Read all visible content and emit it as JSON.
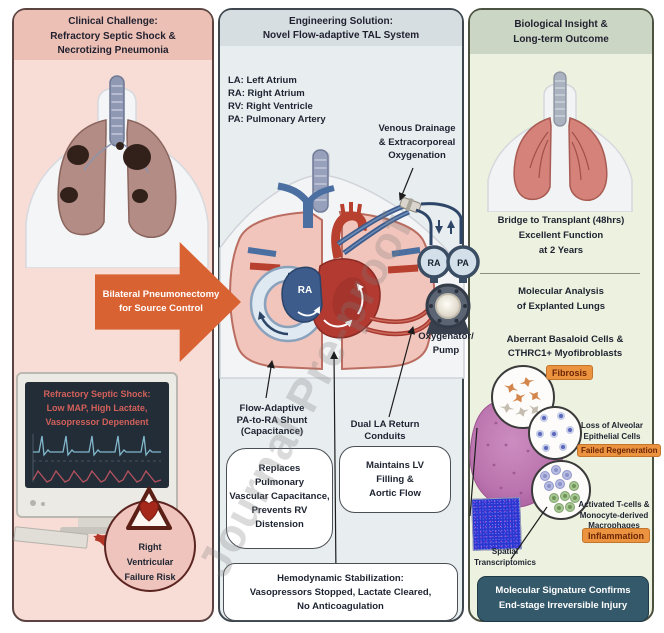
{
  "watermark": "Journal Pre-proof",
  "colors": {
    "left_bg": "#f8dcd6",
    "left_header": "#ecc0b5",
    "mid_bg": "#e8edf0",
    "mid_header": "#d6dee2",
    "right_bg": "#edf1df",
    "right_header": "#cbd7c4",
    "accent_orange": "#d96233",
    "badge_orange": "#ec9340",
    "teal_box": "#34596b",
    "monitor_alert_red": "#d2605a",
    "wave_teal": "#82b7cb",
    "wave_red": "#b4525e"
  },
  "left": {
    "title": "Clinical Challenge:\nRefractory Septic Shock &\nNecrotizing Pneumonia",
    "arrow": "Bilateral Pneumonectomy\nfor Source Control",
    "monitor": "Refractory Septic Shock:\nLow MAP, High Lactate,\nVasopressor Dependent",
    "risk": "Right\nVentricular\nFailure Risk"
  },
  "middle": {
    "title": "Engineering Solution:\nNovel Flow-adaptive TAL System",
    "legend": [
      "LA: Left Atrium",
      "RA: Right Atrium",
      "RV: Right Ventricle",
      "PA: Pulmonary Artery"
    ],
    "venous": "Venous Drainage\n& Extracorporeal\nOxygenation",
    "heart_ra": "RA",
    "gauges": {
      "ra": "RA",
      "pa": "PA"
    },
    "pump": "Oxygenator/\nPump",
    "shunt": "Flow-Adaptive\nPA-to-RA Shunt\n(Capacitance)",
    "conduits": "Dual LA Return\nConduits",
    "box_replaces": "Replaces\nPulmonary\nVascular Capacitance,\nPrevents RV\nDistension",
    "box_maintains": "Maintains LV\nFilling &\nAortic Flow",
    "box_hemo": "Hemodynamic Stabilization:\nVasopressors Stopped, Lactate Cleared,\nNo Anticoagulation"
  },
  "right": {
    "title": "Biological Insight &\nLong-term Outcome",
    "outcome": "Bridge to Transplant (48hrs)\nExcellent Function\nat 2 Years",
    "analysis": "Molecular Analysis\nof Explanted Lungs",
    "finding_fibrosis": "Aberrant Basaloid Cells &\nCTHRC1+ Myofibroblasts",
    "badge_fibrosis": "Fibrosis",
    "finding_regen": "Loss of Alveolar\nEpithelial Cells",
    "badge_regen": "Failed Regeneration",
    "finding_inflam": "Activated T-cells &\nMonocyte-derived\nMacrophages",
    "badge_inflam": "Inflammation",
    "spatial": "Spatial\nTranscriptomics",
    "conclusion": "Molecular Signature Confirms\nEnd-stage Irreversible Injury"
  }
}
